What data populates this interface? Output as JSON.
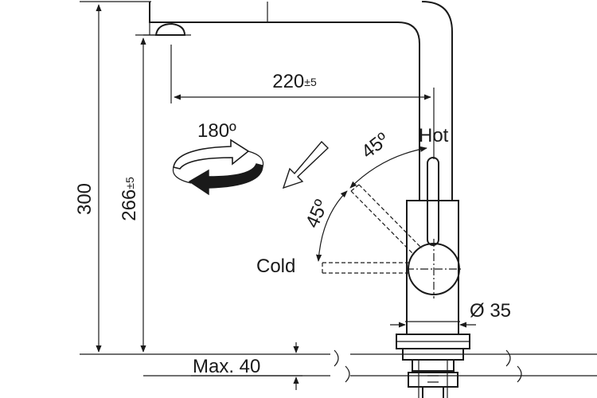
{
  "labels": {
    "dim_height_total": "300",
    "dim_height_spout": "266",
    "dim_height_spout_tol": "±5",
    "dim_reach": "220",
    "dim_reach_tol": "±5",
    "rotation": "180º",
    "angle_hot": "45º",
    "angle_cold": "45º",
    "hot": "Hot",
    "cold": "Cold",
    "diameter": "Ø 35",
    "max_thickness": "Max. 40"
  }
}
